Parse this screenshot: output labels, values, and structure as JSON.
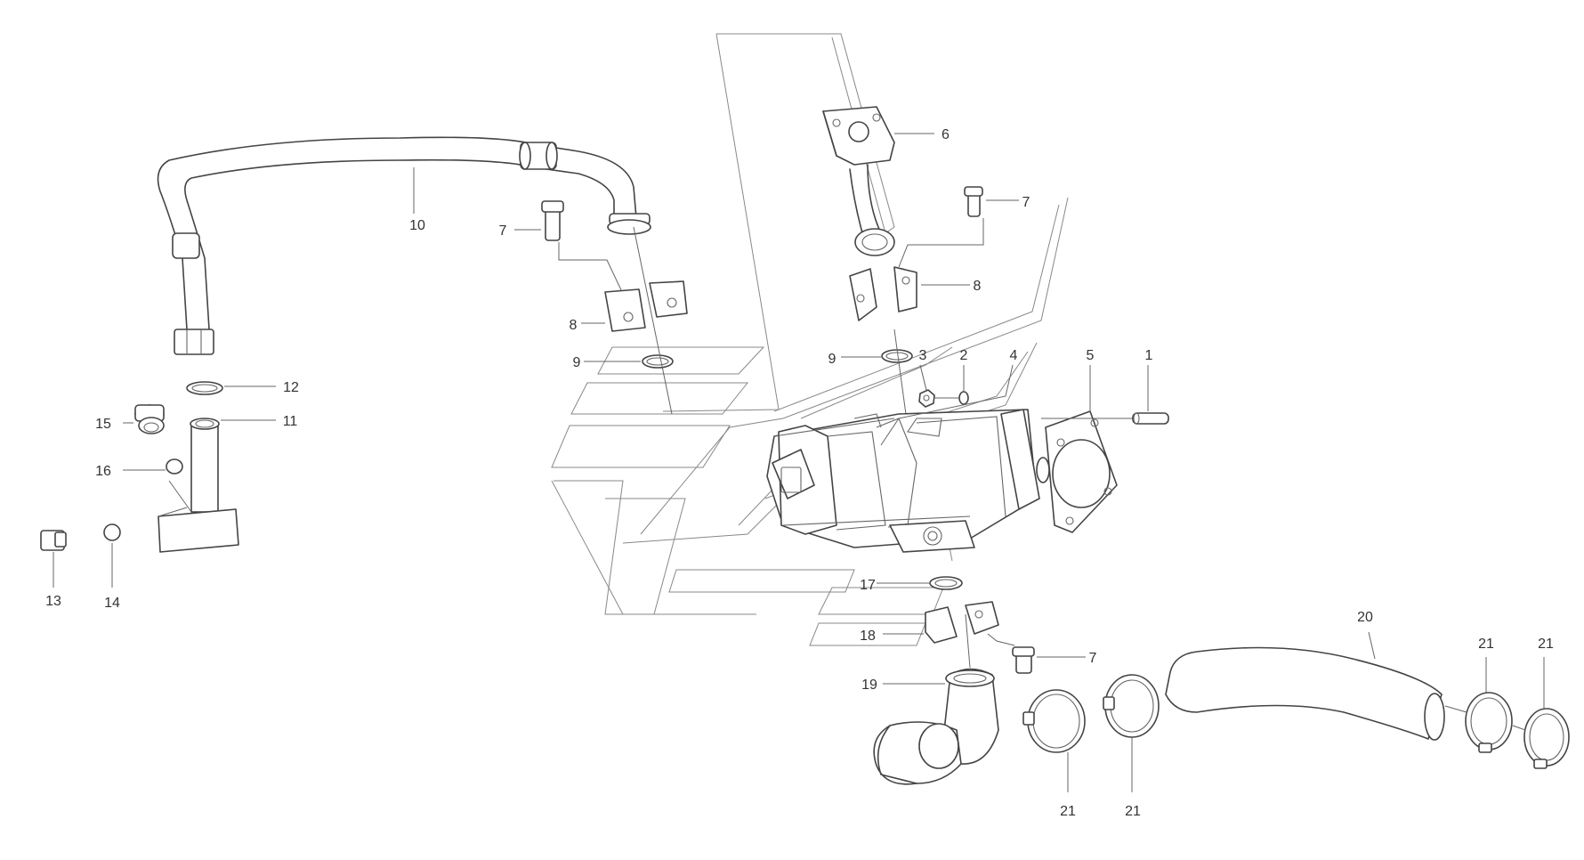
{
  "callouts": [
    {
      "id": "c1",
      "text": "1"
    },
    {
      "id": "c2",
      "text": "2"
    },
    {
      "id": "c3",
      "text": "3"
    },
    {
      "id": "c4",
      "text": "4"
    },
    {
      "id": "c5",
      "text": "5"
    },
    {
      "id": "c6",
      "text": "6"
    },
    {
      "id": "c7a",
      "text": "7"
    },
    {
      "id": "c7b",
      "text": "7"
    },
    {
      "id": "c7c",
      "text": "7"
    },
    {
      "id": "c8a",
      "text": "8"
    },
    {
      "id": "c8b",
      "text": "8"
    },
    {
      "id": "c9a",
      "text": "9"
    },
    {
      "id": "c9b",
      "text": "9"
    },
    {
      "id": "c10",
      "text": "10"
    },
    {
      "id": "c11",
      "text": "11"
    },
    {
      "id": "c12",
      "text": "12"
    },
    {
      "id": "c13",
      "text": "13"
    },
    {
      "id": "c14",
      "text": "14"
    },
    {
      "id": "c15",
      "text": "15"
    },
    {
      "id": "c16",
      "text": "16"
    },
    {
      "id": "c17",
      "text": "17"
    },
    {
      "id": "c18",
      "text": "18"
    },
    {
      "id": "c19",
      "text": "19"
    },
    {
      "id": "c20",
      "text": "20"
    },
    {
      "id": "c21a",
      "text": "21"
    },
    {
      "id": "c21b",
      "text": "21"
    },
    {
      "id": "c21c",
      "text": "21"
    },
    {
      "id": "c21d",
      "text": "21"
    }
  ]
}
